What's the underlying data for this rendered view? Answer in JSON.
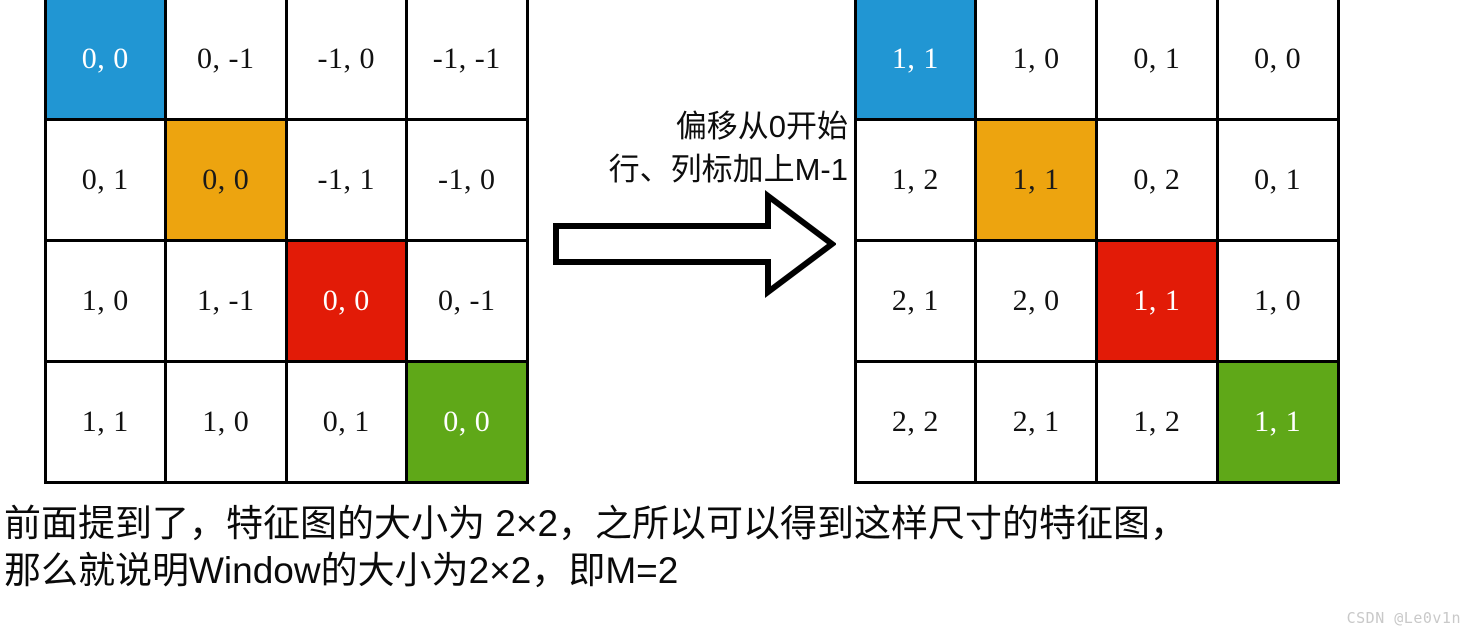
{
  "colors": {
    "blue": "#2196D3",
    "orange": "#EDA40F",
    "red": "#E21B07",
    "green": "#5FA818",
    "border": "#000000",
    "text": "#111111",
    "watermark": "#c9c9c9"
  },
  "left_grid": {
    "name": "offset-grid-signed",
    "rows": 4,
    "cols": 4,
    "cells": [
      [
        {
          "text": "0, 0",
          "fill": "blue"
        },
        {
          "text": "0, -1",
          "fill": "none"
        },
        {
          "text": "-1, 0",
          "fill": "none"
        },
        {
          "text": "-1, -1",
          "fill": "none"
        }
      ],
      [
        {
          "text": "0, 1",
          "fill": "none"
        },
        {
          "text": "0, 0",
          "fill": "orange"
        },
        {
          "text": "-1, 1",
          "fill": "none"
        },
        {
          "text": "-1, 0",
          "fill": "none"
        }
      ],
      [
        {
          "text": "1, 0",
          "fill": "none"
        },
        {
          "text": "1, -1",
          "fill": "none"
        },
        {
          "text": "0, 0",
          "fill": "red"
        },
        {
          "text": "0, -1",
          "fill": "none"
        }
      ],
      [
        {
          "text": "1, 1",
          "fill": "none"
        },
        {
          "text": "1, 0",
          "fill": "none"
        },
        {
          "text": "0, 1",
          "fill": "none"
        },
        {
          "text": "0, 0",
          "fill": "green"
        }
      ]
    ]
  },
  "right_grid": {
    "name": "offset-grid-shifted",
    "rows": 4,
    "cols": 4,
    "cells": [
      [
        {
          "text": "1, 1",
          "fill": "blue"
        },
        {
          "text": "1, 0",
          "fill": "none"
        },
        {
          "text": "0, 1",
          "fill": "none"
        },
        {
          "text": "0, 0",
          "fill": "none"
        }
      ],
      [
        {
          "text": "1, 2",
          "fill": "none"
        },
        {
          "text": "1, 1",
          "fill": "orange"
        },
        {
          "text": "0, 2",
          "fill": "none"
        },
        {
          "text": "0, 1",
          "fill": "none"
        }
      ],
      [
        {
          "text": "2, 1",
          "fill": "none"
        },
        {
          "text": "2, 0",
          "fill": "none"
        },
        {
          "text": "1, 1",
          "fill": "red"
        },
        {
          "text": "1, 0",
          "fill": "none"
        }
      ],
      [
        {
          "text": "2, 2",
          "fill": "none"
        },
        {
          "text": "2, 1",
          "fill": "none"
        },
        {
          "text": "1, 2",
          "fill": "none"
        },
        {
          "text": "1, 1",
          "fill": "green"
        }
      ]
    ]
  },
  "middle": {
    "line1": "偏移从0开始",
    "line2": "行、列标加上M-1",
    "arrow_label": "right-arrow"
  },
  "bottom": {
    "line1": "前面提到了，特征图的大小为 2×2，之所以可以得到这样尺寸的特征图，",
    "line2": "那么就说明Window的大小为2×2，即M=2"
  },
  "watermark": {
    "text": "CSDN @Le0v1n"
  }
}
